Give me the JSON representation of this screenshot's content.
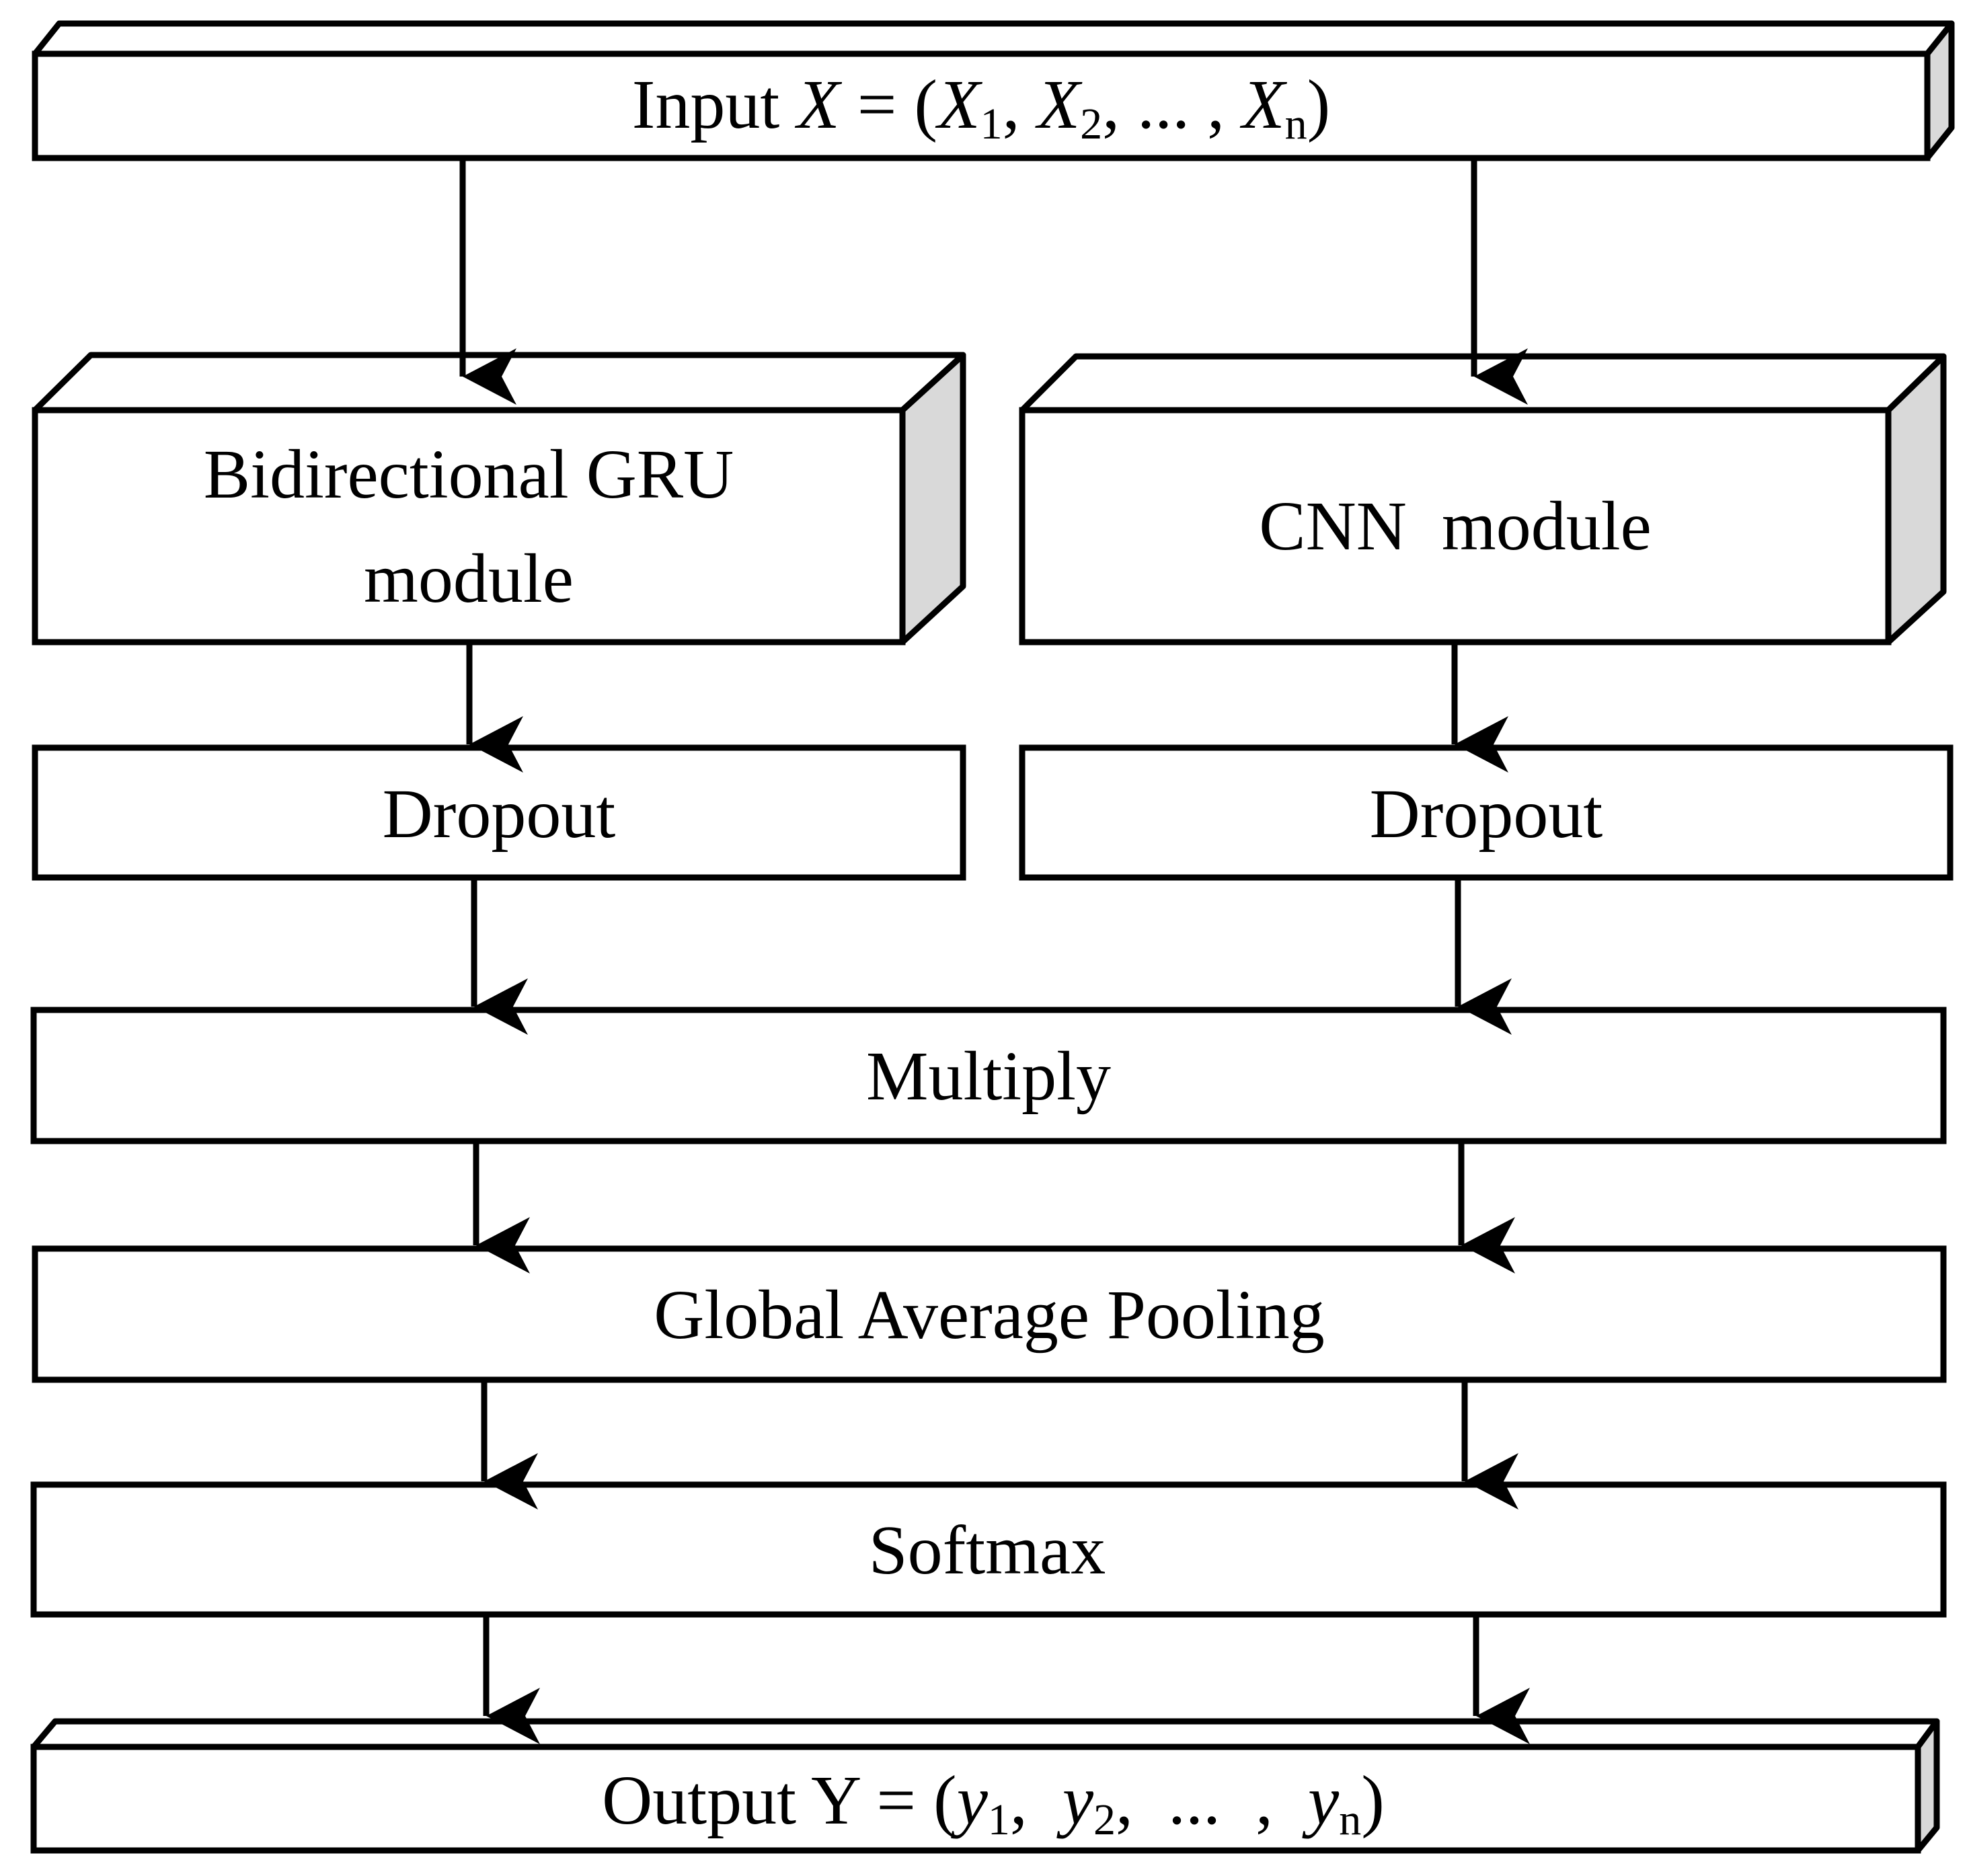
{
  "colors": {
    "stroke": "#000000",
    "fill": "#ffffff",
    "depth_shade": "#d9d9d9"
  },
  "nodes": {
    "input": {
      "prefix": "Input ",
      "var": "X",
      "eq": " = (",
      "x1": "X",
      "s1": "1",
      "sep1": ",  ",
      "x2": "X",
      "s2": "2",
      "sep2": ",  ...  ,  ",
      "xn": "X",
      "sn": "n",
      "close": ")"
    },
    "gru": {
      "line1": "Bidirectional GRU",
      "line2": "module"
    },
    "cnn": {
      "label": "CNN  module"
    },
    "dropout_left": {
      "label": "Dropout"
    },
    "dropout_right": {
      "label": "Dropout"
    },
    "multiply": {
      "label": "Multiply"
    },
    "gap": {
      "label": "Global Average Pooling"
    },
    "softmax": {
      "label": "Softmax"
    },
    "output": {
      "prefix": "Output Y = (",
      "y1": "y",
      "s1": "1",
      "sep1": ",  ",
      "y2": "y",
      "s2": "2",
      "sep2": ",  ...  ,  ",
      "yn": "y",
      "sn": "n",
      "close": ")"
    }
  },
  "edges": [
    {
      "from": "input",
      "to": "gru"
    },
    {
      "from": "input",
      "to": "cnn"
    },
    {
      "from": "gru",
      "to": "dropout_left"
    },
    {
      "from": "cnn",
      "to": "dropout_right"
    },
    {
      "from": "dropout_left",
      "to": "multiply"
    },
    {
      "from": "dropout_right",
      "to": "multiply"
    },
    {
      "from": "multiply",
      "to": "gap"
    },
    {
      "from": "multiply",
      "to": "gap"
    },
    {
      "from": "gap",
      "to": "softmax"
    },
    {
      "from": "gap",
      "to": "softmax"
    },
    {
      "from": "softmax",
      "to": "output"
    },
    {
      "from": "softmax",
      "to": "output"
    }
  ]
}
